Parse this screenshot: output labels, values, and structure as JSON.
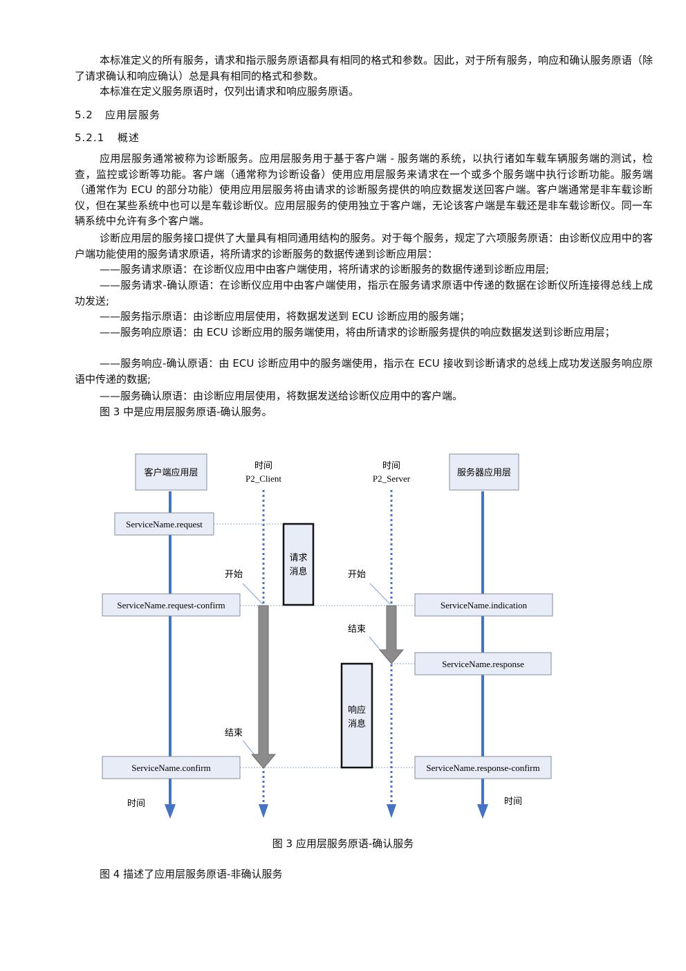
{
  "intro": {
    "p1": "本标准定义的所有服务，请求和指示服务原语都具有相同的格式和参数。因此，对于所有服务，响应和确认服务原语（除了请求确认和响应确认）总是具有相同的格式和参数。",
    "p2": "本标准在定义服务原语时，仅列出请求和响应服务原语。"
  },
  "section": {
    "number": "5.2",
    "title": "应用层服务"
  },
  "subsection": {
    "number": "5.2.1",
    "title": "概述"
  },
  "body": {
    "p1": "应用层服务通常被称为诊断服务。应用层服务用于基于客户端 - 服务端的系统，以执行诸如车载车辆服务端的测试，检查，监控或诊断等功能。客户端（通常称为诊断设备）使用应用层服务来请求在一个或多个服务端中执行诊断功能。服务端（通常作为 ECU 的部分功能）使用应用层服务将由请求的诊断服务提供的响应数据发送回客户端。客户端通常是非车载诊断仪，但在某些系统中也可以是车载诊断仪。应用层服务的使用独立于客户端，无论该客户端是车载还是非车载诊断仪。同一车辆系统中允许有多个客户端。",
    "p2": "诊断应用层的服务接口提供了大量具有相同通用结构的服务。对于每个服务，规定了六项服务原语：由诊断仪应用中的客户端功能使用的服务请求原语，将所请求的诊断服务的数据传递到诊断应用层：",
    "items": [
      "——服务请求原语：在诊断仪应用中由客户端使用，将所请求的诊断服务的数据传递到诊断应用层;",
      "——服务请求-确认原语：在诊断仪应用中由客户端使用，指示在服务请求原语中传递的数据在诊断仪所连接得总线上成功发送;",
      "——服务指示原语：由诊断应用层使用，将数据发送到 ECU 诊断应用的服务端；",
      "——服务响应原语：由 ECU 诊断应用的服务端使用，将由所请求的诊断服务提供的响应数据发送到诊断应用层；",
      "——服务响应-确认原语：由 ECU 诊断应用中的服务端使用，指示在 ECU 接收到诊断请求的总线上成功发送服务响应原语中传递的数据;",
      "——服务确认原语：由诊断应用层使用，将数据发送给诊断仪应用中的客户端。"
    ],
    "fig_ref": "图 3 中是应用层服务原语-确认服务。"
  },
  "diagram": {
    "client_layer": "客户端应用层",
    "server_layer": "服务器应用层",
    "p2_client": {
      "line1": "时间",
      "line2": "P2_Client"
    },
    "p2_server": {
      "line1": "时间",
      "line2": "P2_Server"
    },
    "request_message": {
      "line1": "请求",
      "line2": "消息"
    },
    "response_message": {
      "line1": "响应",
      "line2": "消息"
    },
    "start_label": "开始",
    "end_label": "结束",
    "time_label": "时间",
    "primitives": {
      "request": "ServiceName.request",
      "request_confirm": "ServiceName.request-confirm",
      "confirm": "ServiceName.confirm",
      "indication": "ServiceName.indication",
      "response": "ServiceName.response",
      "response_confirm": "ServiceName.response-confirm"
    },
    "colors": {
      "lifeline": "#4472c4",
      "box_fill": "#e8ecf6",
      "box_stroke": "#7f8ca6",
      "timer_bar": "#8c8c8c"
    }
  },
  "caption": "图 3  应用层服务原语-确认服务",
  "next_text": "图 4 描述了应用层服务原语-非确认服务"
}
